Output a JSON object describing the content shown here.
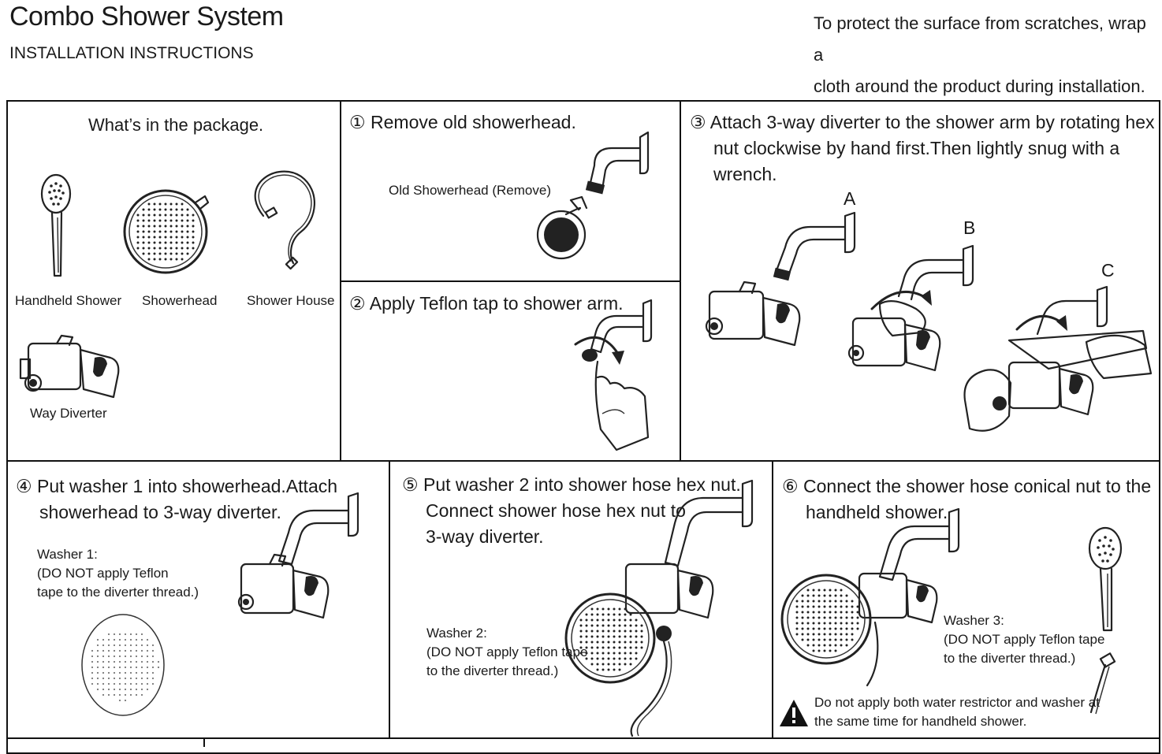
{
  "header": {
    "title": "Combo Shower System",
    "subtitle": "INSTALLATION INSTRUCTIONS",
    "note_line1": "To protect the surface from scratches, wrap a",
    "note_line2": "cloth around the product during installation."
  },
  "package": {
    "heading": "What’s in the package.",
    "items": [
      {
        "label": "Handheld Shower",
        "icon": "handheld-shower-icon"
      },
      {
        "label": "Showerhead",
        "icon": "showerhead-icon"
      },
      {
        "label": "Shower House",
        "icon": "shower-hose-icon"
      },
      {
        "label": "Way Diverter",
        "icon": "diverter-icon"
      }
    ]
  },
  "steps": [
    {
      "num": "①",
      "line1": "Remove old showerhead.",
      "line2": "",
      "line3": ""
    },
    {
      "num": "②",
      "line1": "Apply Teflon tap to shower arm.",
      "line2": "",
      "line3": ""
    },
    {
      "num": "③",
      "line1": "Attach 3-way diverter to the shower arm by rotating hex",
      "line2": "nut clockwise by hand first.Then lightly snug with a wrench.",
      "line3": ""
    },
    {
      "num": "④",
      "line1": "Put washer 1 into showerhead.Attach",
      "line2": "showerhead to 3-way diverter.",
      "line3": ""
    },
    {
      "num": "⑤",
      "line1": "Put washer 2 into shower hose hex nut.",
      "line2": "Connect shower hose hex nut to",
      "line3": "3-way diverter."
    },
    {
      "num": "⑥",
      "line1": "Connect the shower hose conical nut to the",
      "line2": "handheld shower.",
      "line3": ""
    }
  ],
  "callouts": {
    "old_showerhead": "Old Showerhead (Remove)",
    "step3_labels": [
      "A",
      "B",
      "C"
    ],
    "washer1": {
      "title": "Washer 1:",
      "line1": "(DO NOT apply Teflon",
      "line2": "tape to the diverter thread.)"
    },
    "washer2": {
      "title": "Washer 2:",
      "line1": "(DO NOT apply Teflon tape",
      "line2": "to the diverter thread.)"
    },
    "washer3": {
      "title": "Washer 3:",
      "line1": "(DO NOT apply Teflon tape",
      "line2": "to the diverter thread.)"
    },
    "warning_line1": "Do not apply both water restrictor and washer at",
    "warning_line2": "the same time for handheld shower.",
    "warning_icon": "warning-triangle-icon"
  }
}
